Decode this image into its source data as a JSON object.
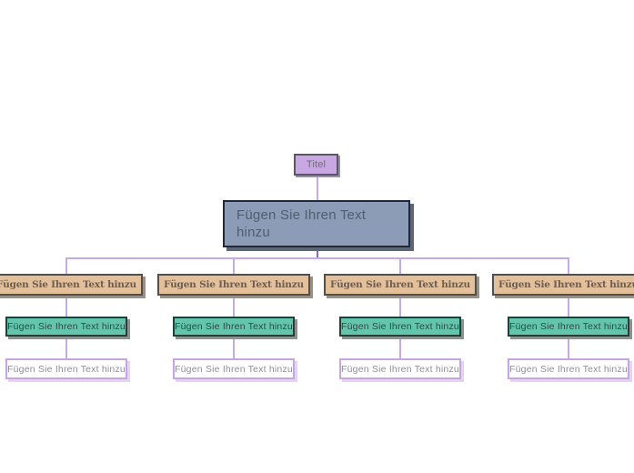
{
  "app": {
    "view": "mind-map-canvas"
  },
  "colors": {
    "background": "#ffffff",
    "connector_light": "#c6aae2",
    "connector_dark": "#8c69b4",
    "root_fill": "#c9a7e2",
    "root_border": "#5c5468",
    "root_text": "#6f6b7d",
    "main_fill": "#8c9cb6",
    "main_border": "#20293a",
    "main_text": "#4e5e70",
    "level1_fill": "#e3bf9a",
    "level1_border": "#544e49",
    "level1_text": "#6b5e54",
    "level2_fill": "#62c5ac",
    "level2_border": "#223f39",
    "level2_text": "#2d4a44",
    "level3_fill": "#ffffff",
    "level3_border": "#c7a6e0",
    "level3_text": "#8e8e96"
  },
  "nodes": {
    "root": {
      "label": "Titel"
    },
    "main": {
      "label": "Fügen Sie Ihren Text hinzu"
    }
  },
  "branches": [
    {
      "level1": "Fügen Sie Ihren Text hinzu",
      "level2": "Fügen Sie Ihren Text hinzu",
      "level3": "Fügen Sie Ihren Text hinzu"
    },
    {
      "level1": "Fügen Sie Ihren Text hinzu",
      "level2": "Fügen Sie Ihren Text hinzu",
      "level3": "Fügen Sie Ihren Text hinzu"
    },
    {
      "level1": "Fügen Sie Ihren Text hinzu",
      "level2": "Fügen Sie Ihren Text hinzu",
      "level3": "Fügen Sie Ihren Text hinzu"
    },
    {
      "level1": "Fügen Sie Ihren Text hinzu",
      "level2": "Fügen Sie Ihren Text hinzu",
      "level3": "Fügen Sie Ihren Text hinzu"
    }
  ]
}
